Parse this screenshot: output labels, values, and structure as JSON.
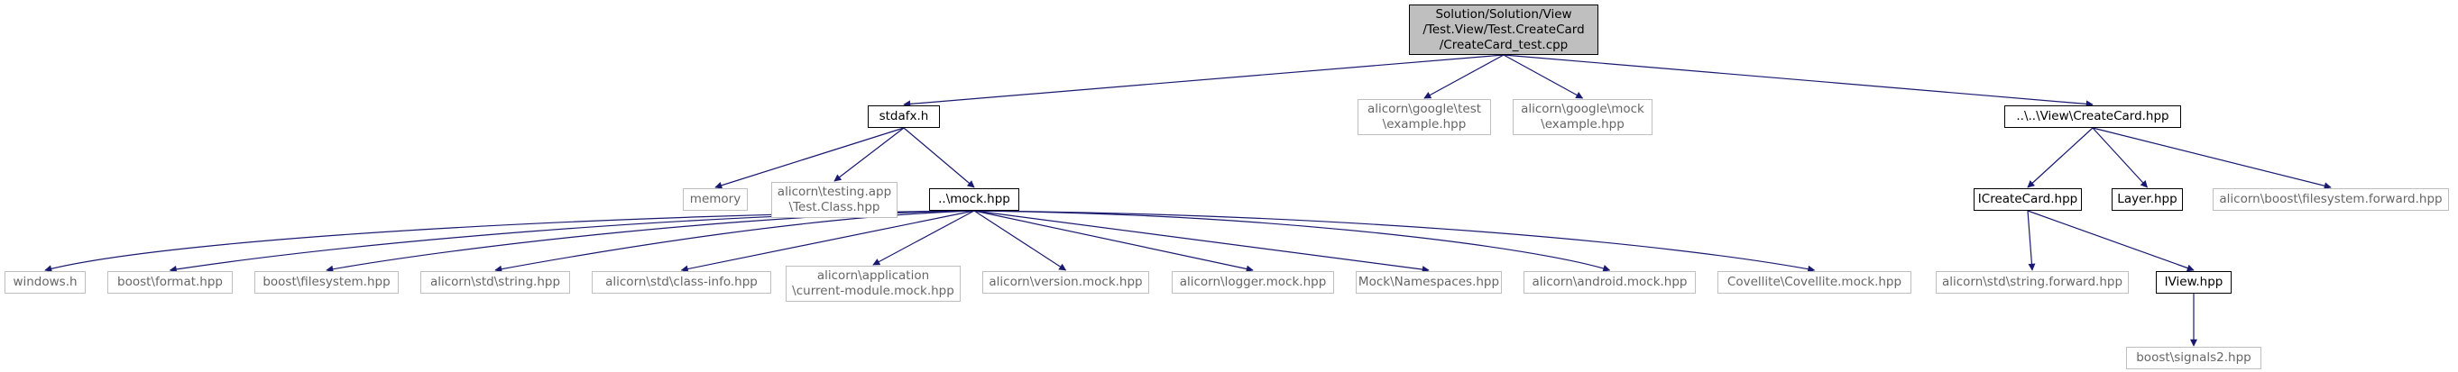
{
  "diagram": {
    "title": "",
    "colors": {
      "edge": "#191970",
      "dark_border": "#000000",
      "light_border": "#bfbfbf",
      "root_fill": "#bfbfbf",
      "light_text": "#666666"
    },
    "nodes": [
      {
        "id": "root",
        "lines": [
          "Solution/Solution/View",
          "/Test.View/Test.CreateCard",
          "/CreateCard_test.cpp"
        ],
        "style": "root"
      },
      {
        "id": "stdafx",
        "lines": [
          "stdafx.h"
        ],
        "style": "dark"
      },
      {
        "id": "gtest",
        "lines": [
          "alicorn\\google\\test",
          "\\example.hpp"
        ],
        "style": "light"
      },
      {
        "id": "gmock",
        "lines": [
          "alicorn\\google\\mock",
          "\\example.hpp"
        ],
        "style": "light"
      },
      {
        "id": "createcard",
        "lines": [
          "..\\..\\View\\CreateCard.hpp"
        ],
        "style": "dark"
      },
      {
        "id": "memory",
        "lines": [
          "memory"
        ],
        "style": "light"
      },
      {
        "id": "testclass",
        "lines": [
          "alicorn\\testing.app",
          "\\Test.Class.hpp"
        ],
        "style": "light"
      },
      {
        "id": "mock",
        "lines": [
          "..\\mock.hpp"
        ],
        "style": "dark"
      },
      {
        "id": "windows",
        "lines": [
          "windows.h"
        ],
        "style": "light"
      },
      {
        "id": "format",
        "lines": [
          "boost\\format.hpp"
        ],
        "style": "light"
      },
      {
        "id": "filesystem",
        "lines": [
          "boost\\filesystem.hpp"
        ],
        "style": "light"
      },
      {
        "id": "stdstring",
        "lines": [
          "alicorn\\std\\string.hpp"
        ],
        "style": "light"
      },
      {
        "id": "classinfo",
        "lines": [
          "alicorn\\std\\class-info.hpp"
        ],
        "style": "light"
      },
      {
        "id": "curmodule",
        "lines": [
          "alicorn\\application",
          "\\current-module.mock.hpp"
        ],
        "style": "light"
      },
      {
        "id": "version",
        "lines": [
          "alicorn\\version.mock.hpp"
        ],
        "style": "light"
      },
      {
        "id": "logger",
        "lines": [
          "alicorn\\logger.mock.hpp"
        ],
        "style": "light"
      },
      {
        "id": "namespaces",
        "lines": [
          "Mock\\Namespaces.hpp"
        ],
        "style": "light"
      },
      {
        "id": "android",
        "lines": [
          "alicorn\\android.mock.hpp"
        ],
        "style": "light"
      },
      {
        "id": "covellite",
        "lines": [
          "Covellite\\Covellite.mock.hpp"
        ],
        "style": "light"
      },
      {
        "id": "icreatecard",
        "lines": [
          "ICreateCard.hpp"
        ],
        "style": "dark"
      },
      {
        "id": "layer",
        "lines": [
          "Layer.hpp"
        ],
        "style": "dark"
      },
      {
        "id": "fsforward",
        "lines": [
          "alicorn\\boost\\filesystem.forward.hpp"
        ],
        "style": "light"
      },
      {
        "id": "strforward",
        "lines": [
          "alicorn\\std\\string.forward.hpp"
        ],
        "style": "light"
      },
      {
        "id": "iview",
        "lines": [
          "IView.hpp"
        ],
        "style": "dark"
      },
      {
        "id": "signals2",
        "lines": [
          "boost\\signals2.hpp"
        ],
        "style": "light"
      }
    ],
    "edges": [
      [
        "root",
        "stdafx"
      ],
      [
        "root",
        "gtest"
      ],
      [
        "root",
        "gmock"
      ],
      [
        "root",
        "createcard"
      ],
      [
        "stdafx",
        "memory"
      ],
      [
        "stdafx",
        "testclass"
      ],
      [
        "stdafx",
        "mock"
      ],
      [
        "mock",
        "windows"
      ],
      [
        "mock",
        "format"
      ],
      [
        "mock",
        "filesystem"
      ],
      [
        "mock",
        "stdstring"
      ],
      [
        "mock",
        "classinfo"
      ],
      [
        "mock",
        "curmodule"
      ],
      [
        "mock",
        "version"
      ],
      [
        "mock",
        "logger"
      ],
      [
        "mock",
        "namespaces"
      ],
      [
        "mock",
        "android"
      ],
      [
        "mock",
        "covellite"
      ],
      [
        "createcard",
        "icreatecard"
      ],
      [
        "createcard",
        "layer"
      ],
      [
        "createcard",
        "fsforward"
      ],
      [
        "icreatecard",
        "strforward"
      ],
      [
        "icreatecard",
        "iview"
      ],
      [
        "iview",
        "signals2"
      ]
    ]
  }
}
